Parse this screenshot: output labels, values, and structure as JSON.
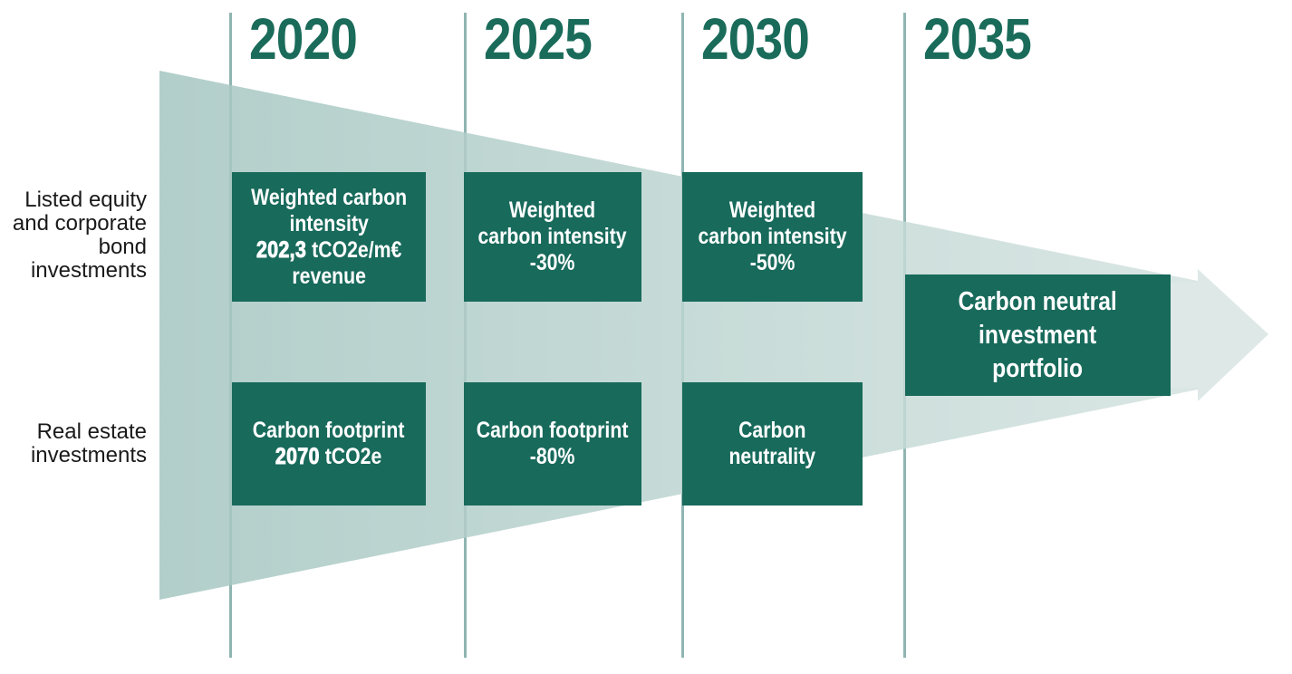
{
  "years": {
    "y2020": "2020",
    "y2025": "2025",
    "y2030": "2030",
    "y2035": "2035"
  },
  "row_labels": {
    "equity": {
      "l1": "Listed equity",
      "l2": "and corporate",
      "l3": "bond",
      "l4": "investments"
    },
    "real_estate": {
      "l1": "Real estate",
      "l2": "investments"
    }
  },
  "milestones": {
    "equity_2020": {
      "l1": "Weighted carbon",
      "l2": "intensity",
      "value": "202,3",
      "unit": " tCO2e/m€",
      "l4": "revenue"
    },
    "equity_2025": {
      "l1": "Weighted",
      "l2": "carbon intensity",
      "l3": "-30%"
    },
    "equity_2030": {
      "l1": "Weighted",
      "l2": "carbon intensity",
      "l3": "-50%"
    },
    "real_estate_2020": {
      "l1": "Carbon footprint",
      "value": "2070",
      "unit": " tCO2e"
    },
    "real_estate_2025": {
      "l1": "Carbon footprint",
      "l2": "-80%"
    },
    "real_estate_2030": {
      "l1": "Carbon",
      "l2": "neutrality"
    }
  },
  "goal": {
    "l1": "Carbon neutral",
    "l2": "investment",
    "l3": "portfolio"
  },
  "colors": {
    "box_teal": "#186A5B",
    "year_teal": "#1A6B5A",
    "gridline": "#8FB5B1",
    "funnel_left": "#A5C6C1",
    "funnel_right": "#D3E2DF",
    "arrow": "#DEE9E7",
    "label_text": "#1A1A1A",
    "box_text": "#FFFFFF"
  }
}
